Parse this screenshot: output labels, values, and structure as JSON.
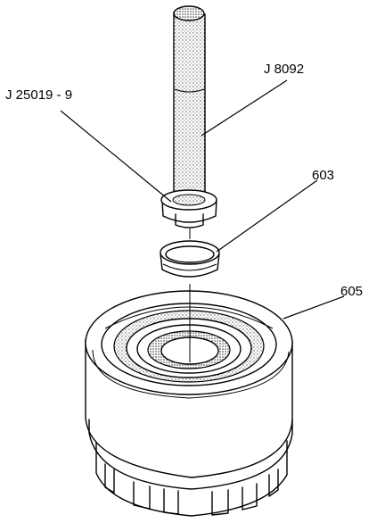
{
  "callouts": {
    "tool_handle": "J 8092",
    "tool_adapter": "J 25019 - 9",
    "part_ring": "603",
    "part_housing": "605"
  },
  "colors": {
    "ink": "#000000",
    "paper": "#ffffff",
    "stipple": "#555555"
  }
}
